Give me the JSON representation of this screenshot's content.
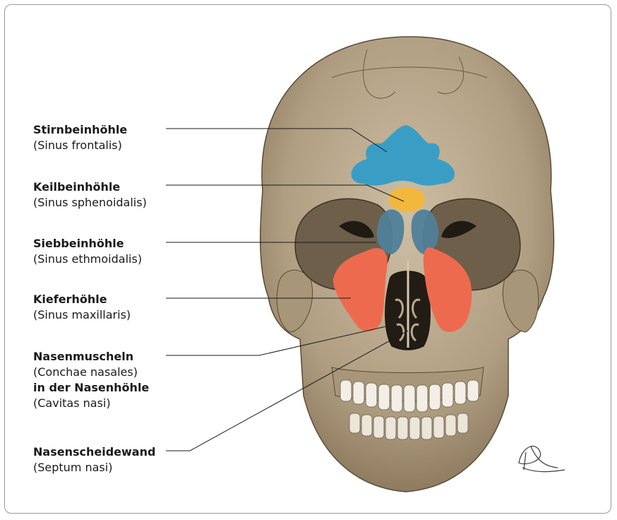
{
  "labels": [
    {
      "bold": "Stirnbeinhöhle",
      "latin": "(Sinus frontalis)"
    },
    {
      "bold": "Keilbeinhöhle",
      "latin": "(Sinus sphenoidalis)"
    },
    {
      "bold": "Siebbeinhöhle",
      "latin": "(Sinus ethmoidalis)"
    },
    {
      "bold": "Kieferhöhle",
      "latin": "(Sinus maxillaris)"
    },
    {
      "bold": "Nasenmuscheln",
      "latin": "(Conchae nasales)",
      "bold2": "in der Nasenhöhle",
      "latin2": "(Cavitas nasi)"
    },
    {
      "bold": "Nasenscheidewand",
      "latin": "(Septum nasi)"
    }
  ],
  "colors": {
    "frontal_sinus": "#3a9ec4",
    "sphenoid_sinus": "#f2b73d",
    "ethmoid_sinus": "#4f7f99",
    "maxillary_sinus": "#ee6a4f",
    "bone": "#b9a88e"
  }
}
